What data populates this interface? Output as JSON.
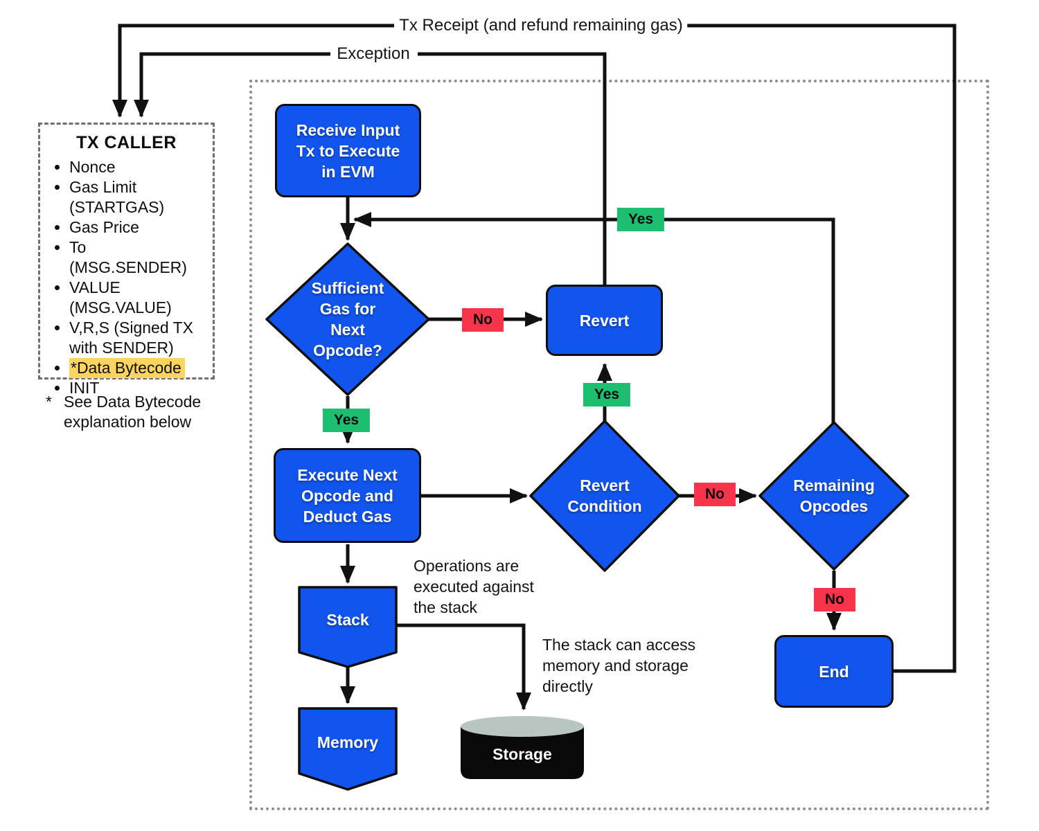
{
  "colors": {
    "node_blue": "#1155ee",
    "badge_green": "#1ebe70",
    "badge_red": "#f8344b",
    "highlight_yellow": "#fbd55e",
    "line_black": "#111111",
    "boundary_dotted_gray": "#8c8c8c",
    "panel_dashed_gray": "#6f6f6f",
    "storage_top_gray": "#b8c5c1",
    "storage_body_black": "#0a0a0a"
  },
  "external_labels": {
    "tx_receipt": "Tx Receipt (and refund remaining gas)",
    "exception": "Exception"
  },
  "tx_caller": {
    "title": "TX CALLER",
    "items": [
      "Nonce",
      "Gas Limit (STARTGAS)",
      "Gas Price",
      "To (MSG.SENDER)",
      "VALUE (MSG.VALUE)",
      "V,R,S (Signed TX with SENDER)",
      "*Data Bytecode",
      "INIT"
    ],
    "highlighted_item": "*Data Bytecode",
    "footnote_marker": "*",
    "footnote": "See Data Bytecode explanation below"
  },
  "nodes": {
    "receive": {
      "lines": [
        "Receive Input",
        "Tx to Execute",
        "in EVM"
      ]
    },
    "sufficient_gas": {
      "lines": [
        "Sufficient",
        "Gas for",
        "Next",
        "Opcode?"
      ]
    },
    "revert": {
      "lines": [
        "Revert"
      ]
    },
    "execute": {
      "lines": [
        "Execute Next",
        "Opcode and",
        "Deduct Gas"
      ]
    },
    "revert_condition": {
      "lines": [
        "Revert",
        "Condition"
      ]
    },
    "remaining_opcodes": {
      "lines": [
        "Remaining",
        "Opcodes"
      ]
    },
    "end": {
      "lines": [
        "End"
      ]
    },
    "stack": {
      "lines": [
        "Stack"
      ]
    },
    "memory": {
      "lines": [
        "Memory"
      ]
    },
    "storage": {
      "lines": [
        "Storage"
      ]
    }
  },
  "edge_labels": {
    "yes": "Yes",
    "no": "No"
  },
  "annotations": {
    "stack_ops": "Operations are executed against the stack",
    "stack_access": "The stack can access memory and storage directly"
  }
}
